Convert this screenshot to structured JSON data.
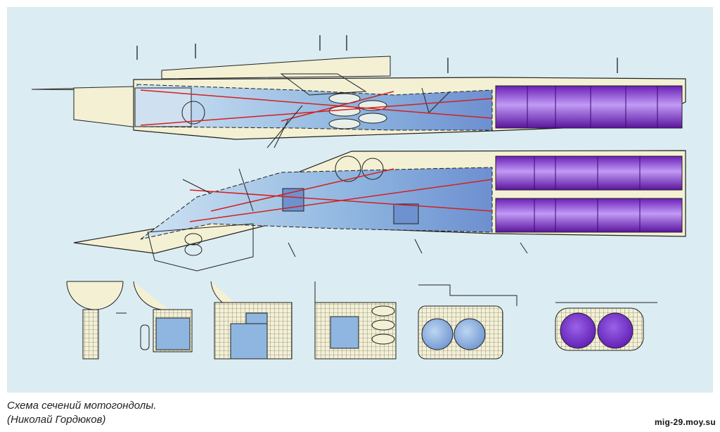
{
  "caption": {
    "line1": "Схема сечений мотогондолы.",
    "line2": "(Николай Гордюков)"
  },
  "watermark": "mig-29.moy.su",
  "colors": {
    "background": "#dcecf3",
    "airframe": "#f3f0d4",
    "duct": "#a9c6e6",
    "engine": "#7a2bc7",
    "engine_light": "#b78af0",
    "cut_line": "#d42020",
    "outline": "#222222"
  }
}
